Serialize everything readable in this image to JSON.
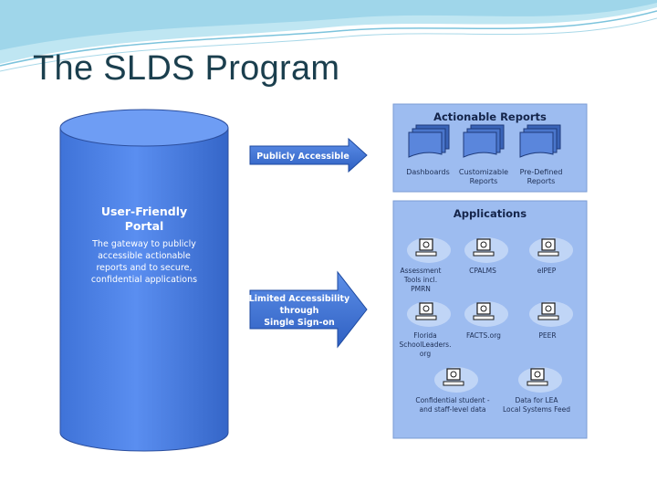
{
  "slide": {
    "title": "The SLDS Program"
  },
  "portal": {
    "title_line1": "User-Friendly",
    "title_line2": "Portal",
    "desc_lines": [
      "The gateway to publicly",
      "accessible actionable",
      "reports and to secure,",
      "confidential applications"
    ]
  },
  "arrows": {
    "public": "Publicly Accessible",
    "limited_lines": [
      "Limited Accessibility",
      "through",
      "Single Sign-on"
    ]
  },
  "reports": {
    "title": "Actionable Reports",
    "items": [
      {
        "lines": [
          "Dashboards"
        ]
      },
      {
        "lines": [
          "Customizable",
          "Reports"
        ]
      },
      {
        "lines": [
          "Pre-Defined",
          "Reports"
        ]
      }
    ]
  },
  "applications": {
    "title": "Applications",
    "items": [
      {
        "lines": [
          "Assessment",
          "Tools incl.",
          "PMRN"
        ]
      },
      {
        "lines": [
          "CPALMS"
        ]
      },
      {
        "lines": [
          "eIPEP"
        ]
      },
      {
        "lines": [
          "Florida",
          "SchoolLeaders.",
          "org"
        ]
      },
      {
        "lines": [
          "FACTS.org"
        ]
      },
      {
        "lines": [
          "PEER"
        ]
      },
      {
        "lines": [
          "Confidential student -",
          "and staff-level data"
        ]
      },
      {
        "lines": [
          "Data for LEA",
          "Local Systems Feed"
        ]
      }
    ]
  }
}
